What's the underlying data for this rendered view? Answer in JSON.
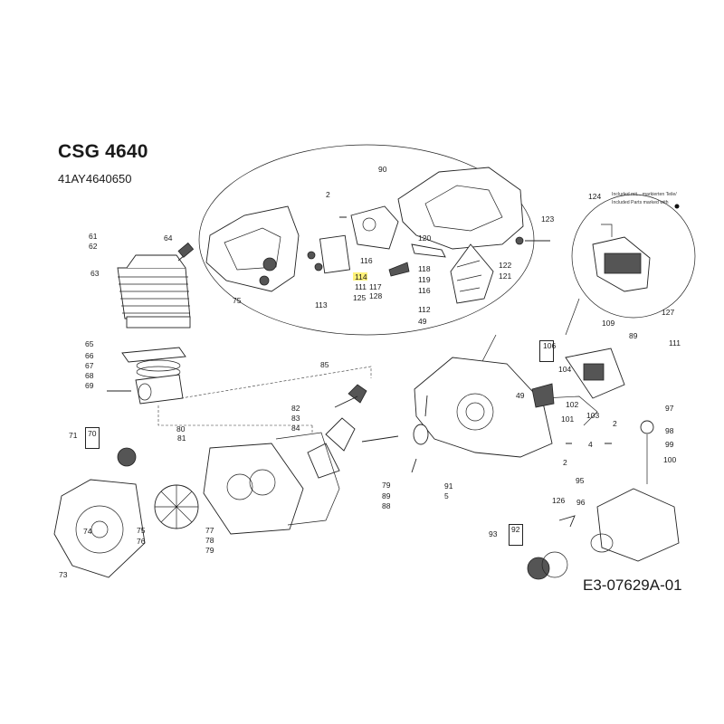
{
  "header": {
    "title": "CSG 4640",
    "model_number": "41AY4640650"
  },
  "diagram_ref": "E3-07629A-01",
  "note": {
    "line1": "Included mit... markierten Teile/",
    "line2": "Included Parts marked with"
  },
  "highlighted_label": "114",
  "labels": [
    "90",
    "2",
    "123",
    "120",
    "116",
    "122",
    "121",
    "118",
    "119",
    "116",
    "112",
    "49",
    "75",
    "113",
    "117",
    "111",
    "125",
    "128",
    "61",
    "62",
    "64",
    "63",
    "65",
    "66",
    "67",
    "68",
    "69",
    "124",
    "109",
    "127",
    "89",
    "111",
    "106",
    "104",
    "102",
    "101",
    "103",
    "97",
    "98",
    "99",
    "100",
    "49",
    "2",
    "4",
    "2",
    "85",
    "82",
    "83",
    "84",
    "80",
    "81",
    "70",
    "71",
    "74",
    "75",
    "76",
    "77",
    "78",
    "79",
    "73",
    "79",
    "89",
    "88",
    "91",
    "5",
    "95",
    "126",
    "96",
    "93",
    "92"
  ],
  "colors": {
    "highlight": "#fff27a",
    "ink": "#222222"
  }
}
